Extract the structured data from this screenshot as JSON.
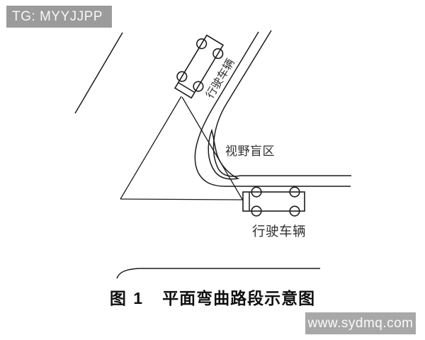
{
  "overlays": {
    "tag_badge": "TG: MYYJJPP",
    "site_watermark": "www.sydmq.com"
  },
  "diagram": {
    "type": "road-sight-distance-schematic",
    "labels": {
      "upper_vehicle": "行驶车辆",
      "blind_zone": "视野盲区",
      "lower_vehicle": "行驶车辆"
    },
    "caption": {
      "figure_no": "图 1",
      "title": "平面弯曲路段示意图"
    },
    "colors": {
      "line": "#1c1c1c",
      "label_text": "#2f2f2f",
      "badge_bg": "#9b9b9b",
      "watermark_bg": "#a8a8a8",
      "overlay_text": "#f7f7f7",
      "background": "#ffffff"
    }
  }
}
